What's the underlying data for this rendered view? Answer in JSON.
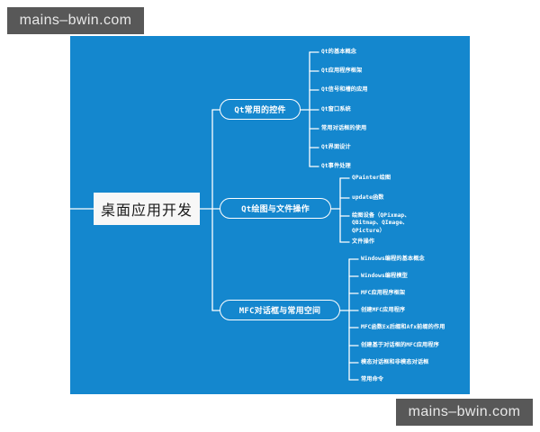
{
  "watermarks": {
    "top": "mains–bwin.com",
    "bottom": "mains–bwin.com"
  },
  "colors": {
    "canvas_blue": "#1487ce",
    "node_white": "#ffffff",
    "root_bg": "#f7f7f7",
    "watermark_bg": "#585858",
    "page_bg": "#ffffff"
  },
  "mindmap": {
    "root": "桌面应用开发",
    "branches": [
      {
        "label": "Qt常用的控件",
        "leaves": [
          "Qt的基本概念",
          "Qt应用程序框架",
          "Qt信号和槽的应用",
          "Qt窗口系统",
          "常用对话框的使用",
          "Qt界面设计",
          "Qt事件处理"
        ]
      },
      {
        "label": "Qt绘图与文件操作",
        "leaves": [
          "QPainter绘图",
          "update函数",
          "绘图设备（QPixmap、QBitmap、QImage、QPicture）",
          "文件操作"
        ]
      },
      {
        "label": "MFC对话框与常用空间",
        "leaves": [
          "Windows编程的基本概念",
          "Windows编程模型",
          "MFC应用程序框架",
          "创建MFC应用程序",
          "MFC函数Ex后缀和Afx前缀的作用",
          "创建基于对话框的MFC应用程序",
          "模态对话框和非模态对话框",
          "常用命令"
        ]
      }
    ]
  }
}
